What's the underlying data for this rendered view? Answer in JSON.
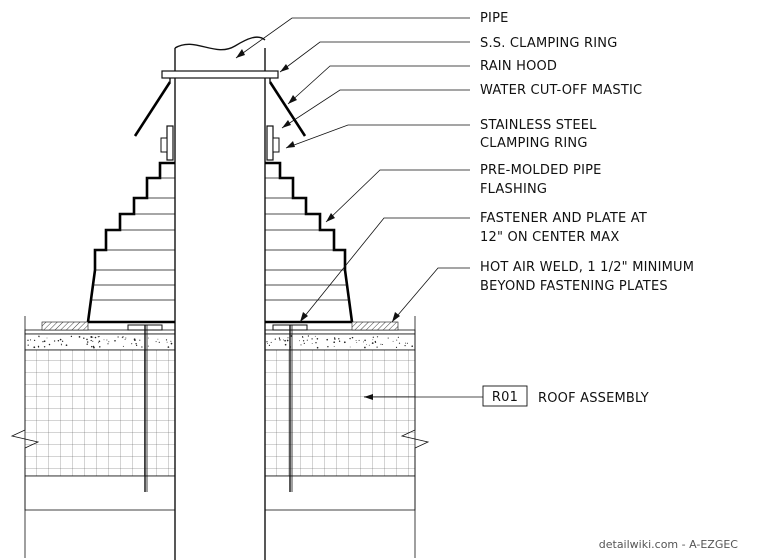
{
  "labels": {
    "pipe": "PIPE",
    "ss_clamping_ring": "S.S. CLAMPING RING",
    "rain_hood": "RAIN HOOD",
    "water_cutoff_mastic": "WATER CUT-OFF MASTIC",
    "stainless_steel_line1": "STAINLESS STEEL",
    "stainless_steel_line2": "CLAMPING RING",
    "premolded_line1": "PRE-MOLDED PIPE",
    "premolded_line2": "FLASHING",
    "fastener_line1": "FASTENER AND PLATE AT",
    "fastener_line2": "12\" ON CENTER MAX",
    "hot_air_line1": "HOT AIR WELD, 1 1/2\" MINIMUM",
    "hot_air_line2": "BEYOND FASTENING PLATES",
    "roof_tag": "R01",
    "roof_assembly": "ROOF ASSEMBLY"
  },
  "watermark": "detailwiki.com - A-EZGEC"
}
